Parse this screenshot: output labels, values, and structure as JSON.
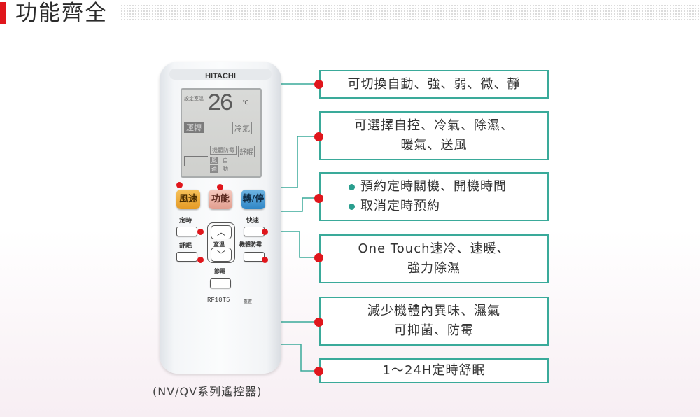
{
  "header": {
    "title": "功能齊全"
  },
  "remote": {
    "brand": "HITACHI",
    "lcd": {
      "label_setting": "設定室溫",
      "temperature": "26",
      "unit": "℃",
      "run_label": "運轉",
      "mode_label": "冷氣",
      "sub_label": "機體防霉",
      "comfort_label": "舒眠",
      "fan_label_1": "風",
      "fan_label_2": "速",
      "auto_label_1": "自",
      "auto_label_2": "動"
    },
    "buttons": {
      "fan_speed": "風速",
      "function": "功能",
      "power": "轉/停",
      "timer": "定時",
      "quick": "快速",
      "sleep": "舒眠",
      "room_temp": "室溫",
      "mold_proof": "機體防霉",
      "power_save": "節電",
      "up_symbol": "︿",
      "down_symbol": "﹀"
    },
    "model": "RF10T5",
    "reset_label": "重置"
  },
  "caption": "(NV/QV系列遙控器)",
  "callouts": [
    {
      "lines": [
        "可切換自動、強、弱、微、靜"
      ]
    },
    {
      "lines": [
        "可選擇自控、冷氣、除濕、",
        "暖氣、送風"
      ]
    },
    {
      "bullets": [
        "預約定時關機、開機時間",
        "取消定時預約"
      ]
    },
    {
      "lines": [
        "One Touch速冷、速暖、",
        "強力除濕"
      ]
    },
    {
      "lines": [
        "減少機體內異味、濕氣",
        "可抑菌、防霉"
      ]
    },
    {
      "lines": [
        "1～24H定時舒眠"
      ]
    }
  ],
  "colors": {
    "accent": "#e0161c",
    "line": "#3aaa9a"
  }
}
